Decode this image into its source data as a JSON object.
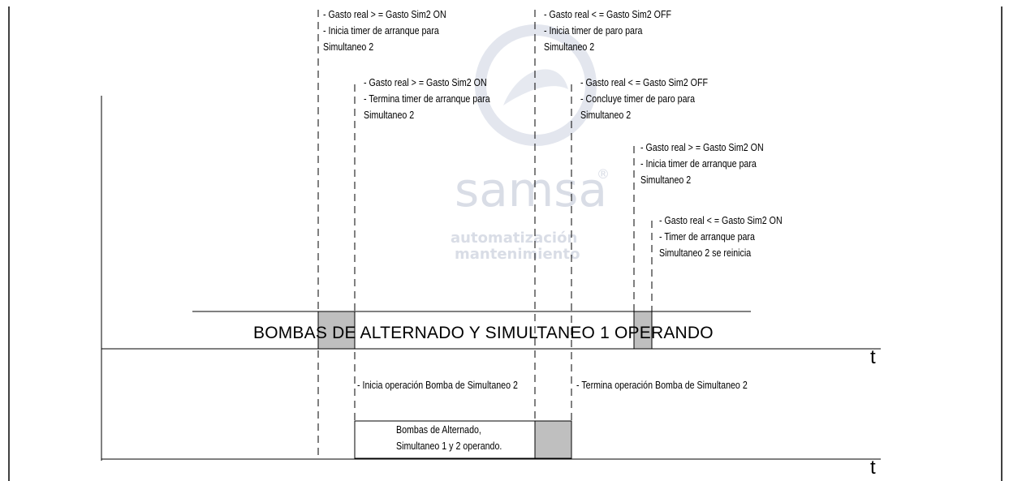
{
  "annotations": {
    "sim2_on_start": [
      "- Gasto real > = Gasto Sim2 ON",
      "- Inicia timer de arranque para",
      "  Simultaneo 2"
    ],
    "sim2_on_end": [
      "- Gasto real > = Gasto Sim2 ON",
      "- Termina timer de arranque para",
      "  Simultaneo 2"
    ],
    "sim2_off_start": [
      "- Gasto real < = Gasto Sim2 OFF",
      "- Inicia timer de paro para",
      "  Simultaneo 2"
    ],
    "sim2_off_end": [
      "- Gasto real < = Gasto Sim2 OFF",
      "- Concluye timer de paro para",
      "  Simultaneo 2"
    ],
    "sim2_on_restart": [
      "- Gasto real > = Gasto Sim2 ON",
      "- Inicia timer de arranque para",
      "  Simultaneo 2"
    ],
    "sim2_on_reset": [
      "- Gasto real < = Gasto Sim2 ON",
      "- Timer de arranque para",
      "  Simultaneo 2 se reinicia"
    ],
    "bomba_start": "- Inicia operación Bomba  de Simultaneo 2",
    "bomba_end": "- Termina operación Bomba de Simultaneo 2"
  },
  "banner": "BOMBAS DE ALTERNADO Y SIMULTANEO 1 OPERANDO",
  "lower_box": [
    "Bombas de Alternado,",
    "Simultaneo 1 y  2 operando."
  ],
  "axis_label": "t",
  "watermark": {
    "brand": "samsa",
    "line1": "automatización",
    "line2": "mantenimiento",
    "registered": "®"
  },
  "colors": {
    "shade": "#bfbfbf",
    "line": "#000000",
    "watermark": "#d9dde6"
  }
}
